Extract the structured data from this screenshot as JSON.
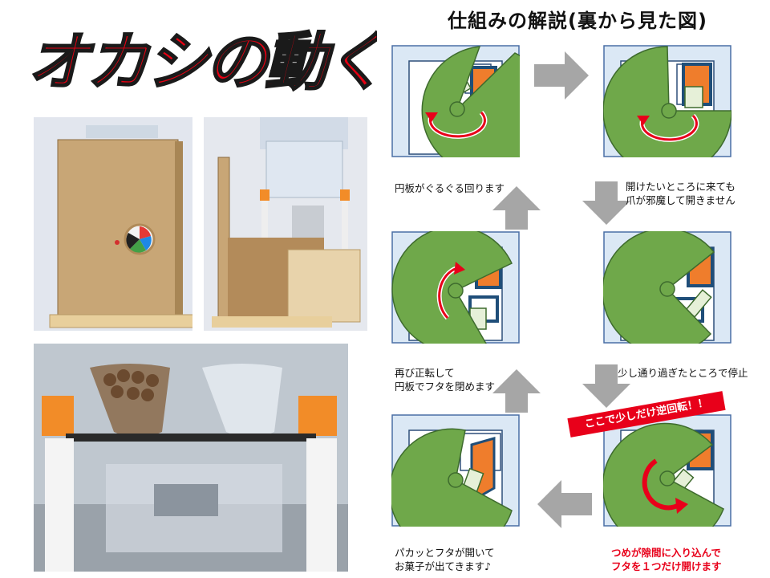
{
  "header": {
    "logo_text": "オカシの動く城",
    "section_title": "仕組みの解説(裏から見た図)"
  },
  "steps": [
    {
      "caption": "円板がぐるぐる回ります"
    },
    {
      "caption_line1": "開けたいところに来ても",
      "caption_line2": "爪が邪魔して開きません"
    },
    {
      "caption": "少し通り過ぎたところで停止"
    },
    {
      "caption_line1": "つめが隙間に入り込んで",
      "caption_line2": "フタを１つだけ開けます"
    },
    {
      "caption_line1": "パカッとフタが開いて",
      "caption_line2": "お菓子が出てきます♪"
    },
    {
      "caption_line1": "再び正転して",
      "caption_line2": "円板でフタを閉めます"
    }
  ],
  "banner": {
    "text": "ここで少しだけ逆回転！！"
  },
  "colors": {
    "disc_green": "#6fa84a",
    "panel_bg": "#dbe8f5",
    "panel_border": "#4a6fa5",
    "lid_orange": "#ef7d2c",
    "lid_navy": "#1f4e79",
    "arrow_red": "#e8001a",
    "flow_arrow_gray": "#a6a6a6"
  }
}
